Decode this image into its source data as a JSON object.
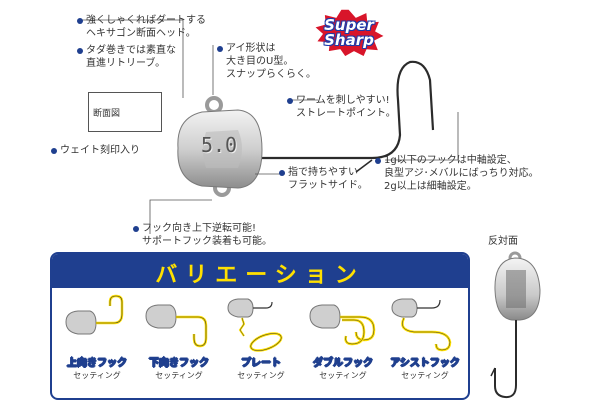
{
  "features": {
    "hexagon_head": [
      "強くしゃくればダートする",
      "ヘキサゴン断面ヘッド。"
    ],
    "leader": [
      "タダ巻きでは素直な",
      "直進リトリーブ。"
    ],
    "eye": [
      "アイ形状は",
      "大き目のU型。",
      "スナップらくらく。"
    ],
    "straight_point": [
      "ワームを刺しやすい!",
      "ストレートポイント。"
    ],
    "weight_mark": [
      "ウェイト刻印入り"
    ],
    "flat_side": [
      "指で持ちやすい",
      "フラットサイド。"
    ],
    "wire": [
      "1g以下のフックは中軸設定、",
      "良型アジ･メバルにばっちり対応。",
      "2g以上は細軸設定。"
    ],
    "reversible": [
      "フック向き上下逆転可能!",
      "サポートフック装着も可能。"
    ]
  },
  "section_label": "断面図",
  "weight_engraving": "5.0",
  "badge": {
    "line1": "Super",
    "line2": "Sharp"
  },
  "reverse_label": "反対面",
  "variations": {
    "title": "バリエーション",
    "items": [
      {
        "name": "上向きフック",
        "sub": "セッティング"
      },
      {
        "name": "下向きフック",
        "sub": "セッティング"
      },
      {
        "name": "プレート",
        "sub": "セッティング"
      },
      {
        "name": "ダブルフック",
        "sub": "セッティング"
      },
      {
        "name": "アシストフック",
        "sub": "セッティング"
      }
    ]
  },
  "colors": {
    "navy": "#1f3f8f",
    "yellow": "#ffe000",
    "red": "#d8152a",
    "silver": "#c8c8c8"
  }
}
